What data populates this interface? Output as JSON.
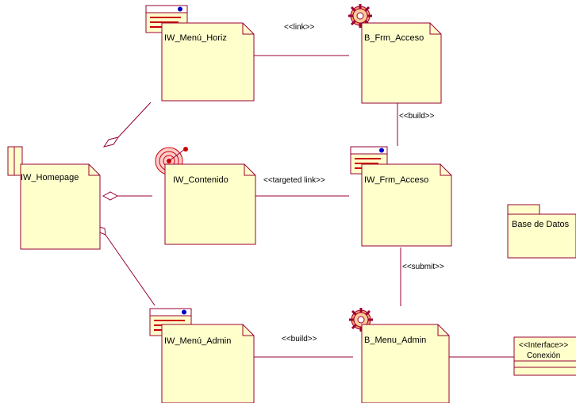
{
  "diagram": {
    "nodes": {
      "homepage": {
        "label": "IW_Homepage",
        "stereotype_icon": "folder-page-icon"
      },
      "menu_horiz": {
        "label": "IW_Menú_Horiz",
        "stereotype_icon": "web-form-icon"
      },
      "frm_acceso_builder": {
        "label": "B_Frm_Acceso",
        "stereotype_icon": "gear-icon"
      },
      "contenido": {
        "label": "IW_Contenido",
        "stereotype_icon": "target-icon"
      },
      "frm_acceso": {
        "label": "IW_Frm_Acceso",
        "stereotype_icon": "web-form-icon"
      },
      "base_datos": {
        "label": "Base de Datos",
        "stereotype_icon": "package-icon"
      },
      "menu_admin": {
        "label": "IW_Menú_Admin",
        "stereotype_icon": "web-form-icon"
      },
      "menu_admin_builder": {
        "label": "B_Menu_Admin",
        "stereotype_icon": "gear-icon"
      },
      "conexion": {
        "stereotype": "<<Interface>>",
        "label": "Conexión"
      }
    },
    "edges": {
      "link": "<<link>>",
      "build_top": "<<build>>",
      "targeted_link": "<<targeted link>>",
      "submit": "<<submit>>",
      "build_bottom": "<<build>>"
    },
    "colors": {
      "node_fill": "#ffffcc",
      "line": "#990033",
      "icon_red": "#cc0000",
      "icon_blue": "#0000cc"
    }
  }
}
